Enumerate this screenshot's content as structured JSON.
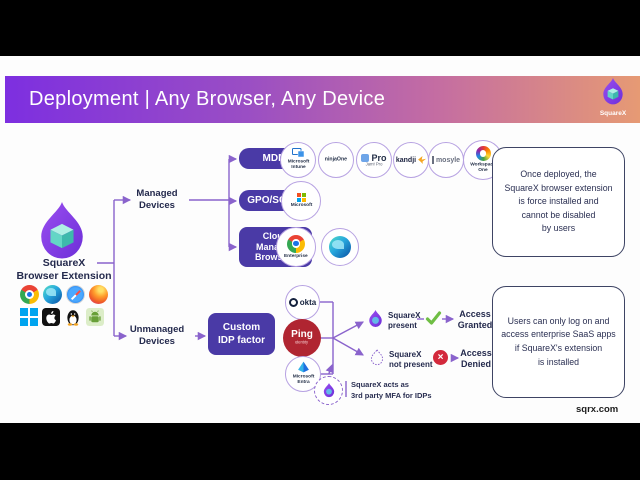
{
  "header": {
    "title": "Deployment | Any Browser, Any Device",
    "brand": "SquareX"
  },
  "identity": {
    "name": "SquareX\nBrowser Extension",
    "browser_icons": [
      "chrome-icon",
      "edge-icon",
      "safari-icon",
      "firefox-icon"
    ],
    "os_icons": [
      "windows-icon",
      "apple-icon",
      "linux-icon",
      "android-icon"
    ]
  },
  "branch_labels": {
    "managed": "Managed\nDevices",
    "unmanaged": "Unmanaged\nDevices"
  },
  "method_buttons": {
    "mdm": "MDM",
    "gpo": "GPO/SCCM",
    "cloud": "Cloud\nManaged\nBrowsers",
    "idp": "Custom\nIDP factor"
  },
  "vendors": {
    "intune": "Microsoft\nIntune",
    "ninjaone": "ninjaOne",
    "jamf_big": "Pro",
    "jamf_small": "Jamf Pro",
    "kandji": "kandji",
    "mosyle": "mosyle",
    "workspace_one": "Workspace\nOne",
    "microsoft": "Microsoft",
    "chrome_enterprise": "Enterprise",
    "okta": "okta",
    "ping": "Ping",
    "ping_sub": "identity",
    "entra": "Microsoft\nEntra"
  },
  "outcomes": {
    "present": "SquareX\npresent",
    "not_present": "SquareX\nnot present",
    "granted": "Access\nGranted",
    "denied": "Access\nDenied",
    "mfa_note": "SquareX acts as\n3rd party MFA for IDPs"
  },
  "callouts": {
    "forced_install": "Once deployed, the\nSquareX browser extension\nis force installed and\ncannot be disabled\nby users",
    "saas_gate": "Users can only log on and\naccess enterprise SaaS apps\nif SquareX's extension\nis installed"
  },
  "footer": {
    "url": "sqrx.com"
  },
  "colors": {
    "accent_purple": "#4a3aa6",
    "line_purple": "#8a63cc",
    "granted_green": "#6fbe44",
    "denied_red": "#d3293c",
    "navy": "#242a4d",
    "header_gradient_start": "#7d2fe0",
    "header_gradient_end": "#e69a74"
  }
}
